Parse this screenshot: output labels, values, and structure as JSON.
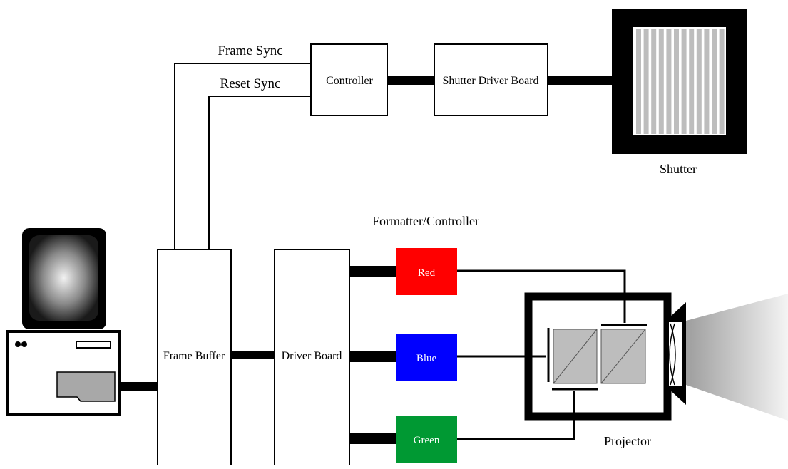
{
  "labels": {
    "frame_sync": "Frame Sync",
    "reset_sync": "Reset Sync",
    "controller": "Controller",
    "shutter_driver_board": "Shutter Driver Board",
    "shutter": "Shutter",
    "formatter_controller": "Formatter/Controller",
    "frame_buffer": "Frame Buffer",
    "driver_board": "Driver Board",
    "red": "Red",
    "blue": "Blue",
    "green": "Green",
    "projector": "Projector"
  },
  "colors": {
    "red_block": "#ff0000",
    "blue_block": "#0000ff",
    "green_block": "#009933",
    "line": "#000000",
    "prism": "#bdbdbd"
  },
  "icons": {
    "computer": "computer-icon",
    "shutter": "shutter-icon",
    "projector": "projector-icon",
    "light_beam": "light-beam-icon"
  }
}
